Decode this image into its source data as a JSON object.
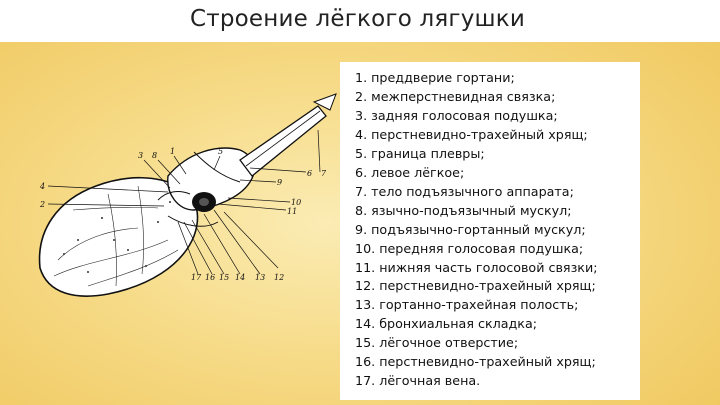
{
  "slide": {
    "title": "Строение лёгкого лягушки"
  },
  "diagram": {
    "callouts": [
      "3",
      "8",
      "1",
      "5",
      "4",
      "2",
      "9",
      "6",
      "7",
      "10",
      "11",
      "12",
      "13",
      "14",
      "15",
      "16",
      "17"
    ]
  },
  "legend": {
    "items": [
      "1. преддверие гортани;",
      "2. межперстневидная связка;",
      "3. задняя голосовая подушка;",
      "4. перстневидно-трахейный хрящ;",
      "5. граница плевры;",
      "6. левое лёгкое;",
      "7. тело подъязычного аппарата;",
      "8. язычно-подъязычный мускул;",
      "9. подъязычно-гортанный мускул;",
      "10. передняя голосовая подушка;",
      "11. нижняя часть голосовой связки;",
      "12. перстневидно-трахейный хрящ;",
      "13. гортанно-трахейная полость;",
      "14. бронхиальная складка;",
      "15. лёгочное отверстие;",
      "16. перстневидно-трахейный хрящ;",
      "17. лёгочная вена."
    ]
  }
}
